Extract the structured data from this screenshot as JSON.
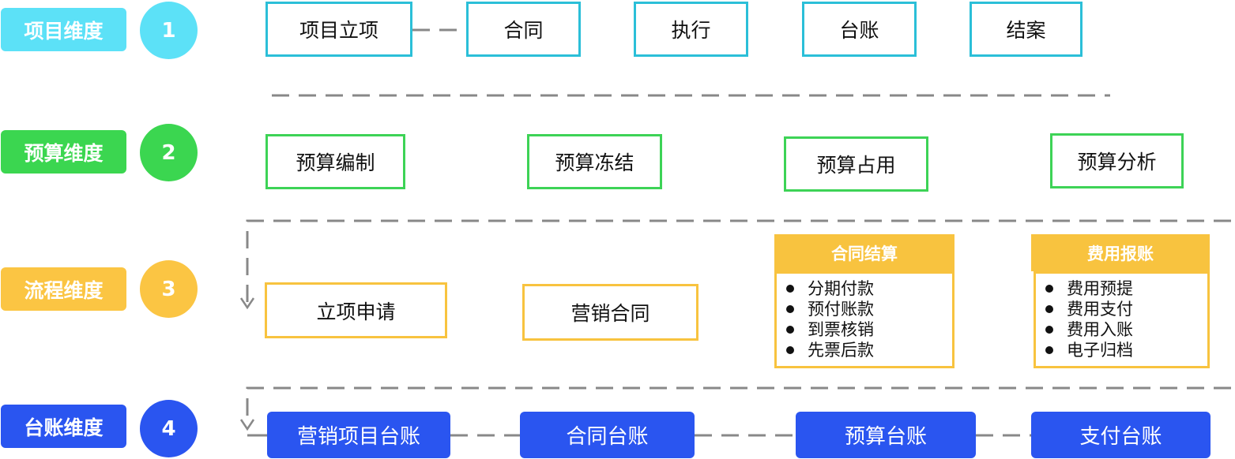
{
  "colors": {
    "project": "#5ce1f7",
    "budget": "#3bd650",
    "process": "#fbc543",
    "ledger": "#2a55f0",
    "connector": "#888888"
  },
  "dimensions": [
    {
      "label": "项目维度",
      "number": "1"
    },
    {
      "label": "预算维度",
      "number": "2"
    },
    {
      "label": "流程维度",
      "number": "3"
    },
    {
      "label": "台账维度",
      "number": "4"
    }
  ],
  "project_stages": [
    "项目立项",
    "合同",
    "执行",
    "台账",
    "结案"
  ],
  "budget_stages": [
    "预算编制",
    "预算冻结",
    "预算占用",
    "预算分析"
  ],
  "process": {
    "simple": [
      "立项申请",
      "营销合同"
    ],
    "settlement": {
      "title": "合同结算",
      "items": [
        "分期付款",
        "预付账款",
        "到票核销",
        "先票后款"
      ]
    },
    "expense": {
      "title": "费用报账",
      "items": [
        "费用预提",
        "费用支付",
        "费用入账",
        "电子归档"
      ]
    }
  },
  "ledgers": [
    "营销项目台账",
    "合同台账",
    "预算台账",
    "支付台账"
  ]
}
